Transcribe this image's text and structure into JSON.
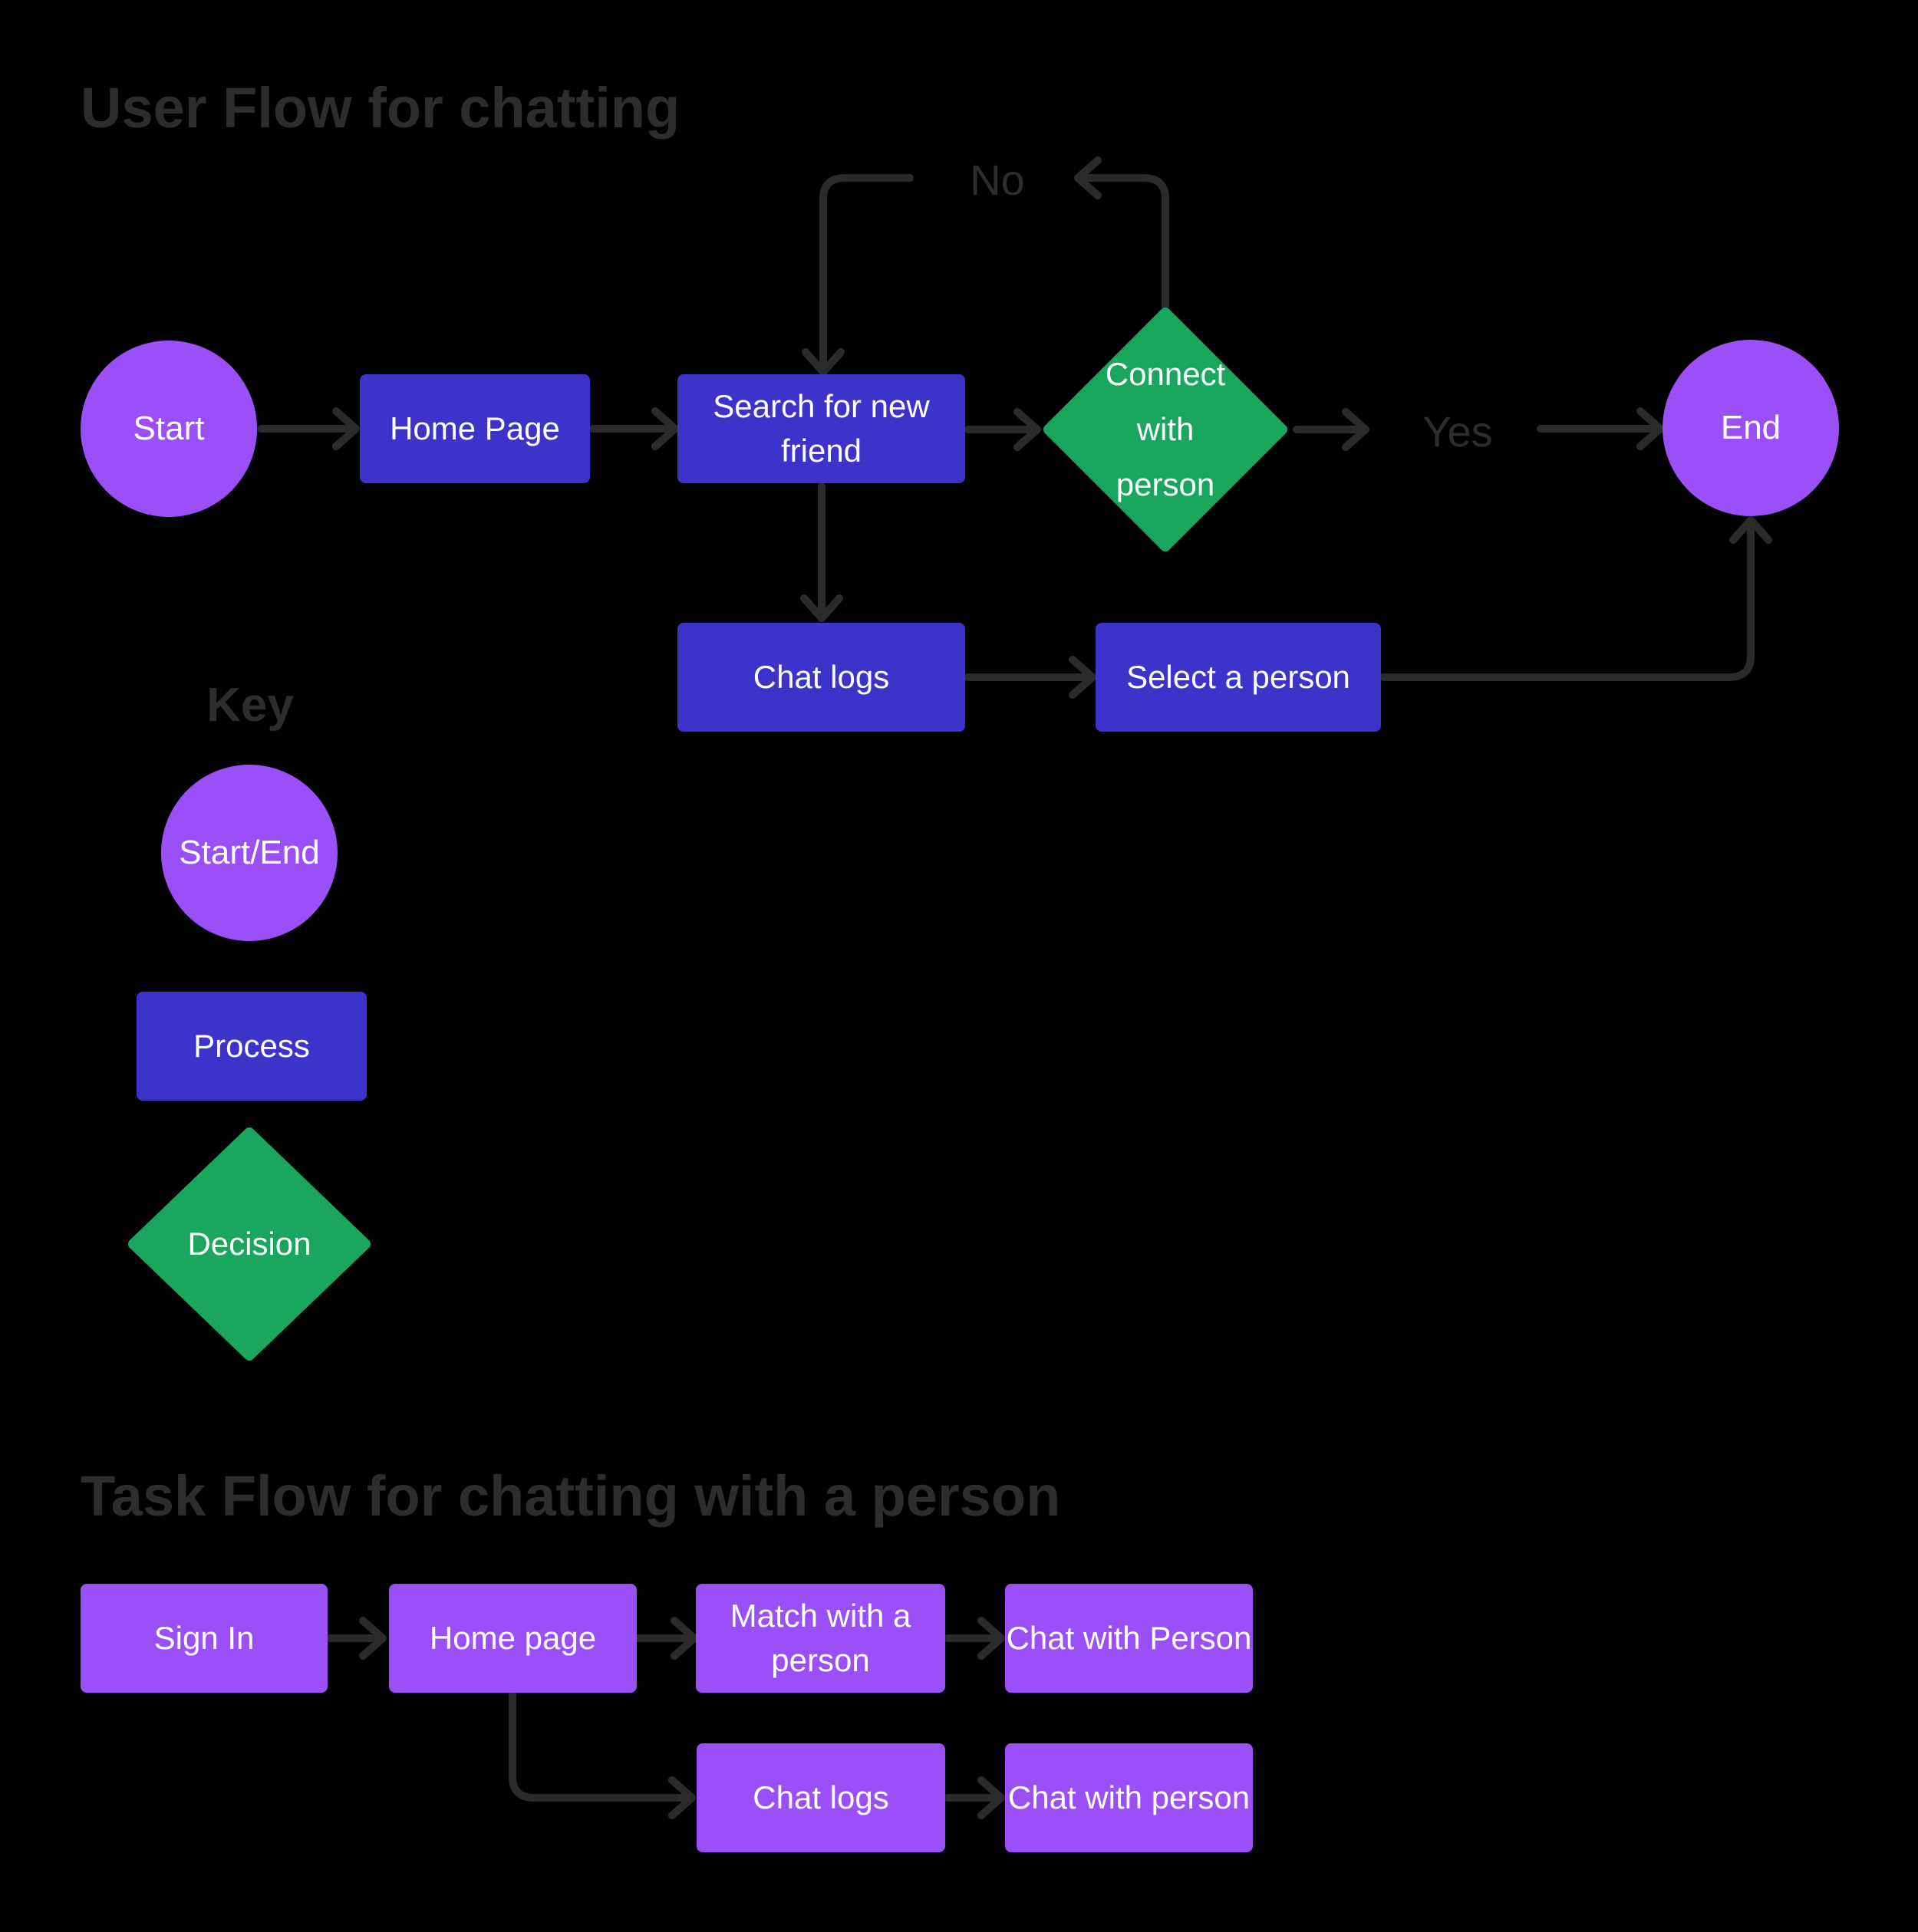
{
  "colors": {
    "background": "#000000",
    "purple": "#9a50f6",
    "blue": "#3d33cb",
    "green": "#1aa65c",
    "connector": "#2b2b2b",
    "heading_text": "#2d2d2d",
    "node_text": "#ffffff"
  },
  "user_flow": {
    "title": "User Flow for chatting",
    "nodes": {
      "start": {
        "shape": "circle",
        "label": "Start"
      },
      "home_page": {
        "shape": "process",
        "label": "Home Page"
      },
      "search": {
        "shape": "process",
        "label": "Search for new friend"
      },
      "decision": {
        "shape": "decision",
        "label": "Connect with person"
      },
      "chat_logs": {
        "shape": "process",
        "label": "Chat logs"
      },
      "select_person": {
        "shape": "process",
        "label": "Select a person"
      },
      "end": {
        "shape": "circle",
        "label": "End"
      }
    },
    "edge_labels": {
      "yes": "Yes",
      "no": "No"
    },
    "edges": [
      {
        "from": "start",
        "to": "home_page"
      },
      {
        "from": "home_page",
        "to": "search"
      },
      {
        "from": "search",
        "to": "decision"
      },
      {
        "from": "decision",
        "to": "end",
        "label": "Yes"
      },
      {
        "from": "decision",
        "to": "search",
        "label": "No"
      },
      {
        "from": "search",
        "to": "chat_logs"
      },
      {
        "from": "chat_logs",
        "to": "select_person"
      },
      {
        "from": "select_person",
        "to": "end"
      }
    ]
  },
  "key": {
    "title": "Key",
    "start_end": "Start/End",
    "process": "Process",
    "decision": "Decision"
  },
  "task_flow": {
    "title": "Task Flow for chatting with a person",
    "nodes": {
      "sign_in": {
        "label": "Sign In"
      },
      "home_page": {
        "label": "Home page"
      },
      "match": {
        "label": "Match with a person"
      },
      "chat_with_person": {
        "label": "Chat with Person"
      },
      "chat_logs": {
        "label": "Chat logs"
      },
      "chat_with_person2": {
        "label": "Chat with person"
      }
    },
    "edges": [
      {
        "from": "sign_in",
        "to": "home_page"
      },
      {
        "from": "home_page",
        "to": "match"
      },
      {
        "from": "match",
        "to": "chat_with_person"
      },
      {
        "from": "home_page",
        "to": "chat_logs"
      },
      {
        "from": "chat_logs",
        "to": "chat_with_person2"
      }
    ]
  }
}
